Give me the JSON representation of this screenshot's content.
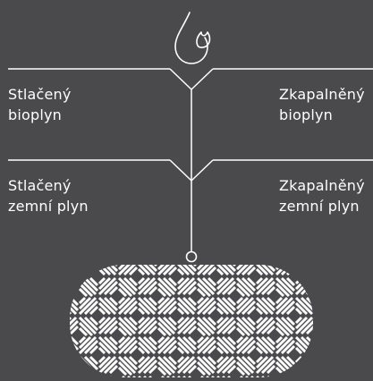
{
  "labels": {
    "left_top": {
      "line1": "Stlačený",
      "line2": "bioplyn"
    },
    "right_top": {
      "line1": "Zkapalněný",
      "line2": "bioplyn"
    },
    "left_bottom": {
      "line1": "Stlačený",
      "line2": "zemní plyn"
    },
    "right_bottom": {
      "line1": "Zkapalněný",
      "line2": "zemní plyn"
    }
  },
  "icons": {
    "top": "drop-with-flame-icon",
    "bottom": "hatched-reservoir-icon"
  },
  "colors": {
    "background": "#4a4a4c",
    "stroke": "#ffffff",
    "text": "#ffffff"
  }
}
